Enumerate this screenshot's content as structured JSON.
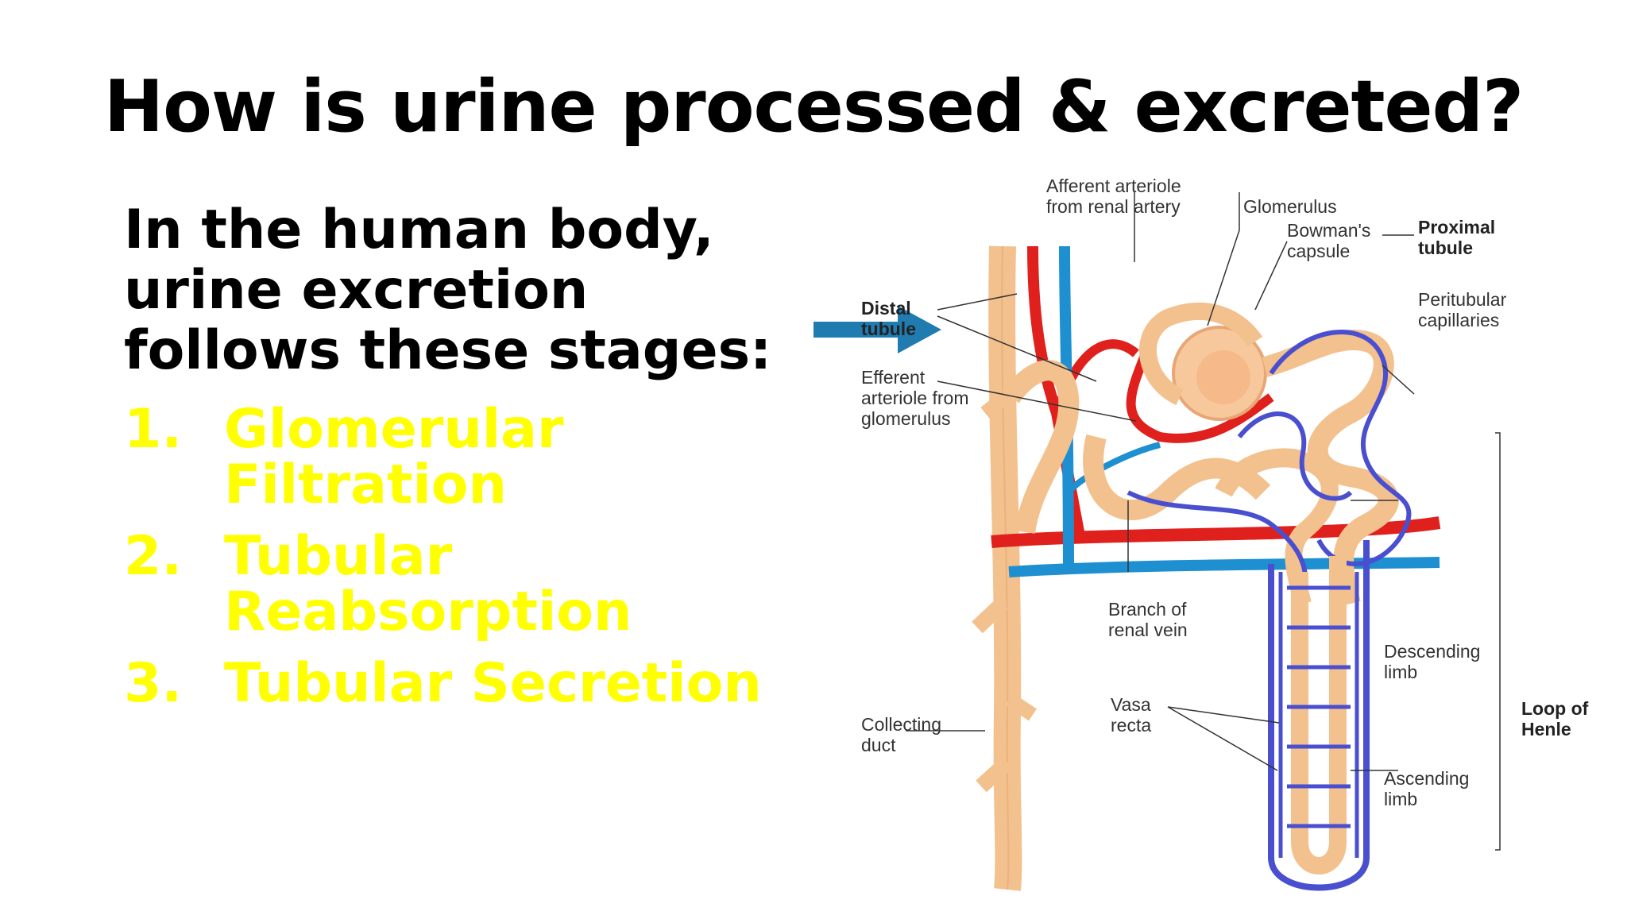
{
  "title": "How is urine processed & excreted?",
  "intro_lines": [
    "In the human body,",
    "urine excretion",
    "follows these stages:"
  ],
  "stages": [
    {
      "number": "1.",
      "lines": [
        "Glomerular",
        "Filtration"
      ]
    },
    {
      "number": "2.",
      "lines": [
        "Tubular",
        "Reabsorption"
      ]
    },
    {
      "number": "3.",
      "lines": [
        "Tubular Secretion"
      ]
    }
  ],
  "diagram": {
    "labels": {
      "afferent": [
        "Afferent arteriole",
        "from renal artery"
      ],
      "glomerulus": [
        "Glomerulus"
      ],
      "bowman": [
        "Bowman's",
        "capsule"
      ],
      "proximal": [
        "Proximal",
        "tubule"
      ],
      "distal": [
        "Distal",
        "tubule"
      ],
      "peritubular": [
        "Peritubular",
        "capillaries"
      ],
      "efferent": [
        "Efferent",
        "arteriole from",
        "glomerulus"
      ],
      "branch_vein": [
        "Branch of",
        "renal vein"
      ],
      "descending": [
        "Descending",
        "limb"
      ],
      "loop": [
        "Loop of",
        "Henle"
      ],
      "vasa_recta": [
        "Vasa",
        "recta"
      ],
      "collecting": [
        "Collecting",
        "duct"
      ],
      "ascending": [
        "Ascending",
        "limb"
      ]
    }
  },
  "colors": {
    "title": "#000000",
    "stage_text": "#ffff00",
    "arrow": "#1f7bb0",
    "tubule": "#f3c18e",
    "artery": "#e0201c",
    "vein": "#1e8fd0",
    "capillary": "#4a4fd0"
  }
}
